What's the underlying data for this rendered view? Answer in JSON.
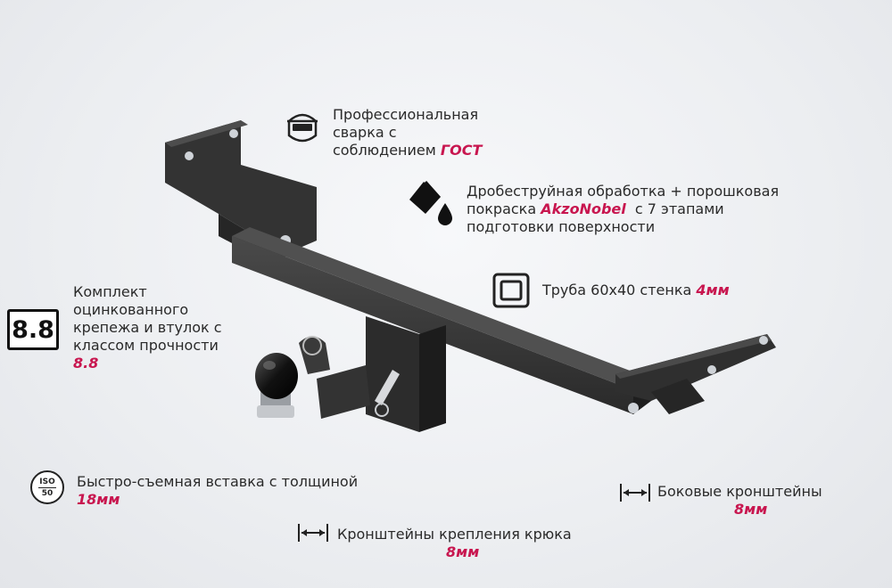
{
  "features": {
    "welding": {
      "line1": "Профессиональная",
      "line2": "сварка с",
      "line3_pre": "соблюдением ",
      "line3_accent": "ГОСТ"
    },
    "coating": {
      "line1": "Дробеструйная обработка + порошковая",
      "line2_pre": "покраска ",
      "line2_accent": "AkzoNobel",
      "line2_post": "  с 7 этапами",
      "line3": "подготовки поверхности"
    },
    "tube": {
      "label_pre": "Труба 60х40 стенка ",
      "label_accent": "4мм"
    },
    "fasteners": {
      "badge": "8.8",
      "line1": "Комплект",
      "line2": "оцинкованного",
      "line3": "крепежа и втулок с",
      "line4": "классом прочности",
      "line5_accent": "8.8"
    },
    "insert": {
      "iso_top": "ISO",
      "iso_bottom": "50",
      "line1": "Быстро-съемная вставка с толщиной",
      "line2_accent": "18мм"
    },
    "hook_brackets": {
      "line1": "Кронштейны крепления крюка",
      "line2_accent": "8мм"
    },
    "side_brackets": {
      "line1": "Боковые кронштейны",
      "line2_accent": "8мм"
    }
  },
  "colors": {
    "accent": "#c8164f",
    "text": "#2a2a2a",
    "metal": "#2b2b2b"
  },
  "icons": [
    "welding-mask-icon",
    "paint-drop-icon",
    "square-tube-icon",
    "strength-class-badge",
    "iso-badge-icon",
    "thickness-arrow-icon"
  ]
}
